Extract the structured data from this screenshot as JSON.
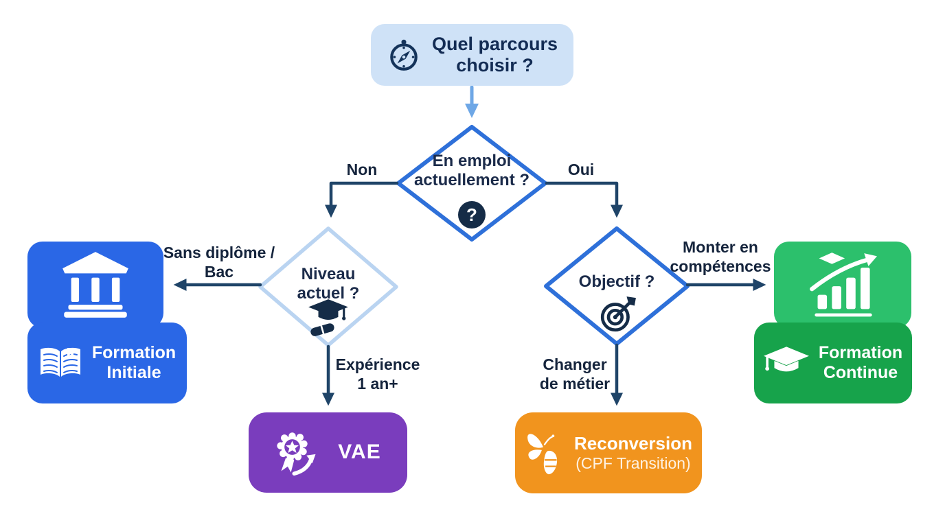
{
  "title": "Quel parcours choisir - flowchart",
  "colors": {
    "start_bg": "#cfe2f7",
    "navy_text": "#15243c",
    "arrow": "#1f4468",
    "arrow_light": "#6ea7e6",
    "diamond_border": "#2e70d9",
    "diamond_border_light": "#bad4f1",
    "blue_card": "#2a67e6",
    "purple_card": "#7a3dbd",
    "green_light_card": "#2cc06c",
    "green_dark_card": "#17a34b",
    "orange_card": "#f1941e"
  },
  "start": {
    "line1": "Quel parcours",
    "line2": "choisir ?"
  },
  "decisions": {
    "emploi": {
      "line1": "En emploi",
      "line2": "actuellement ?",
      "badge": "?"
    },
    "niveau": {
      "line1": "Niveau",
      "line2": "actuel ?"
    },
    "objectif": {
      "label": "Objectif ?"
    }
  },
  "edges": {
    "non": "Non",
    "oui": "Oui",
    "sans_diplome": {
      "line1": "Sans diplôme /",
      "line2": "Bac"
    },
    "experience": {
      "line1": "Expérience",
      "line2": "1 an+"
    },
    "monter": {
      "line1": "Monter en",
      "line2": "compétences"
    },
    "changer": {
      "line1": "Changer",
      "line2": "de métier"
    }
  },
  "outcomes": {
    "formation_initiale": {
      "line1": "Formation",
      "line2": "Initiale"
    },
    "vae": {
      "label": "VAE"
    },
    "formation_continue": {
      "line1": "Formation",
      "line2": "Continue"
    },
    "reconversion": {
      "line1": "Reconversion",
      "line2": "(CPF Transition)"
    }
  }
}
